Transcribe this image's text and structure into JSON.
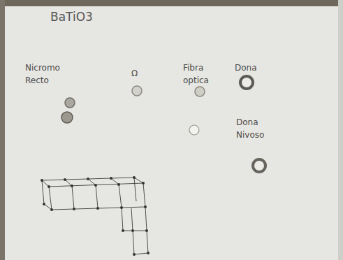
{
  "diagram": {
    "title": "BaTiO3",
    "labels": [
      "Nicromo Recto",
      "Ω",
      "Fibra optica",
      "Dona",
      "Dona Nivoso"
    ]
  }
}
